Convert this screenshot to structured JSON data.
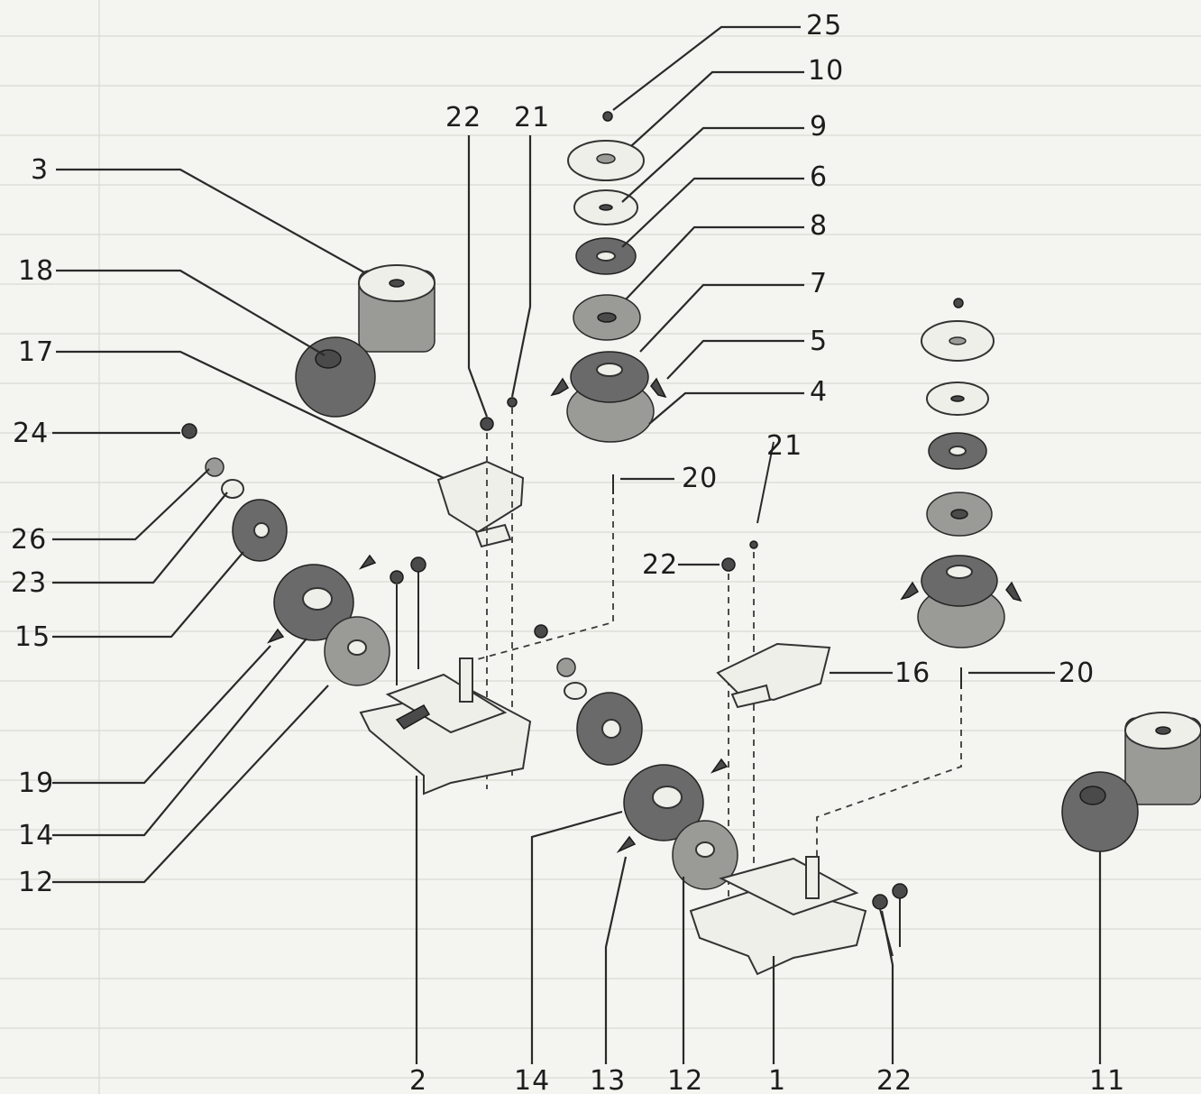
{
  "diagram": {
    "part_labels": [
      "25",
      "10",
      "9",
      "6",
      "8",
      "7",
      "5",
      "4",
      "22",
      "21",
      "3",
      "18",
      "17",
      "24",
      "26",
      "23",
      "15",
      "20",
      "21",
      "22",
      "16",
      "20",
      "19",
      "14",
      "12",
      "2",
      "14",
      "13",
      "12",
      "1",
      "22",
      "11"
    ]
  }
}
